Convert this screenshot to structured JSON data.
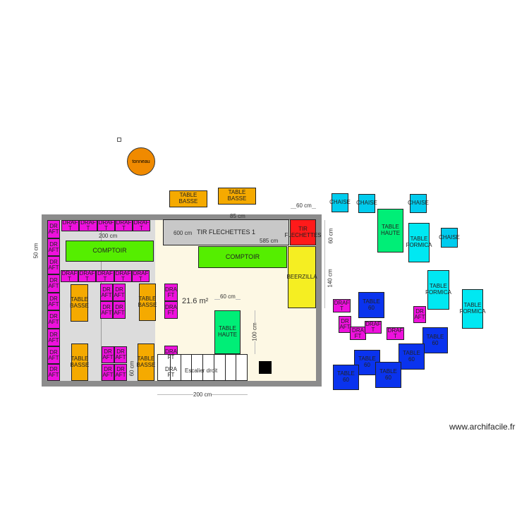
{
  "colors": {
    "draft": "#ee11dd",
    "table_basse": "#f5aa00",
    "comptoir": "#55ee00",
    "tir": "#c8c8c8",
    "red": "#ff1a1a",
    "beerzilla": "#f5ee22",
    "table_haute": "#00ee77",
    "chaise": "#00ccee",
    "formica": "#00e8f2",
    "table60": "#0a33ee",
    "tonneau": "#f08a00"
  },
  "items": [
    {
      "label": "DRAFT",
      "kind": "draft"
    },
    {
      "label": "DRAFT",
      "kind": "draft"
    },
    {
      "label": "DRAFT",
      "kind": "draft"
    },
    {
      "label": "DRAFT",
      "kind": "draft"
    },
    {
      "label": "DRAFT",
      "kind": "draft"
    },
    {
      "label": "DRAFT",
      "kind": "draft"
    },
    {
      "label": "DRAFT",
      "kind": "draft"
    },
    {
      "label": "DRAFT",
      "kind": "draft"
    },
    {
      "label": "DRAFT",
      "kind": "draft"
    },
    {
      "label": "DRAFT",
      "kind": "draft"
    },
    {
      "label": "DRAFT",
      "kind": "draft"
    },
    {
      "label": "DRAFT",
      "kind": "draft"
    },
    {
      "label": "DRAFT",
      "kind": "draft"
    },
    {
      "label": "DRAFT",
      "kind": "draft"
    },
    {
      "label": "DRAFT",
      "kind": "draft"
    },
    {
      "label": "DRAFT",
      "kind": "draft"
    },
    {
      "label": "DRAFT",
      "kind": "draft"
    },
    {
      "label": "DRAFT",
      "kind": "draft"
    },
    {
      "label": "DRAFT",
      "kind": "draft"
    },
    {
      "label": "COMPTOIR",
      "kind": "comptoir"
    },
    {
      "label": "TABLE BASSE",
      "kind": "table_basse"
    },
    {
      "label": "TABLE BASSE",
      "kind": "table_basse"
    },
    {
      "label": "TABLE BASSE",
      "kind": "table_basse"
    },
    {
      "label": "TABLE BASSE",
      "kind": "table_basse"
    },
    {
      "label": "DRAFT",
      "kind": "draft"
    },
    {
      "label": "DRAFT",
      "kind": "draft"
    },
    {
      "label": "DRAFT",
      "kind": "draft"
    },
    {
      "label": "DRAFT",
      "kind": "draft"
    },
    {
      "label": "DRAFT",
      "kind": "draft"
    },
    {
      "label": "DRAFT",
      "kind": "draft"
    },
    {
      "label": "DRAFT",
      "kind": "draft"
    },
    {
      "label": "DRAFT",
      "kind": "draft"
    },
    {
      "label": "DRAFT",
      "kind": "draft"
    },
    {
      "label": "DRAFT",
      "kind": "draft"
    },
    {
      "label": "DRAFT",
      "kind": "draft"
    },
    {
      "label": "DRAFT",
      "kind": "draft"
    },
    {
      "label": "TIR FLECHETTES 1",
      "kind": "tir"
    },
    {
      "label": "TIR FLECHETTES",
      "kind": "red"
    },
    {
      "label": "COMPTOIR",
      "kind": "comptoir"
    },
    {
      "label": "BEERZILLA",
      "kind": "beerzilla"
    },
    {
      "label": "TABLE HAUTE",
      "kind": "table_haute"
    },
    {
      "label": "TABLE BASSE",
      "kind": "table_basse"
    },
    {
      "label": "TABLE BASSE",
      "kind": "table_basse"
    },
    {
      "label": "CHAISE",
      "kind": "chaise"
    },
    {
      "label": "CHAISE",
      "kind": "chaise"
    },
    {
      "label": "CHAISE",
      "kind": "chaise"
    },
    {
      "label": "CHAISE",
      "kind": "chaise"
    },
    {
      "label": "TABLE HAUTE",
      "kind": "table_haute"
    },
    {
      "label": "TABLE FORMICA",
      "kind": "formica"
    },
    {
      "label": "TABLE FORMICA",
      "kind": "formica"
    },
    {
      "label": "TABLE FORMICA",
      "kind": "formica"
    },
    {
      "label": "DRAFT",
      "kind": "draft"
    },
    {
      "label": "DRAFT",
      "kind": "draft"
    },
    {
      "label": "DRAFT",
      "kind": "draft"
    },
    {
      "label": "DRAFT",
      "kind": "draft"
    },
    {
      "label": "DRAFT",
      "kind": "draft"
    },
    {
      "label": "DRAFT",
      "kind": "draft"
    },
    {
      "label": "TABLE 60",
      "kind": "table60"
    },
    {
      "label": "TABLE 60",
      "kind": "table60"
    },
    {
      "label": "TABLE 60",
      "kind": "table60"
    },
    {
      "label": "TABLE 60",
      "kind": "table60"
    },
    {
      "label": "TABLE 60",
      "kind": "table60"
    },
    {
      "label": "TABLE 60",
      "kind": "table60"
    }
  ],
  "tonneau": "tonneau",
  "staircase": "Escalier droit",
  "area": "21.6 m²",
  "dimensions": [
    "60 cm",
    "85 cm",
    "600 cm",
    "585 cm",
    "60 cm",
    "140 cm",
    "60 cm",
    "100 cm",
    "200 cm",
    "60 cm",
    "50 cm",
    "200 cm"
  ],
  "watermark": "www.archifacile.fr"
}
